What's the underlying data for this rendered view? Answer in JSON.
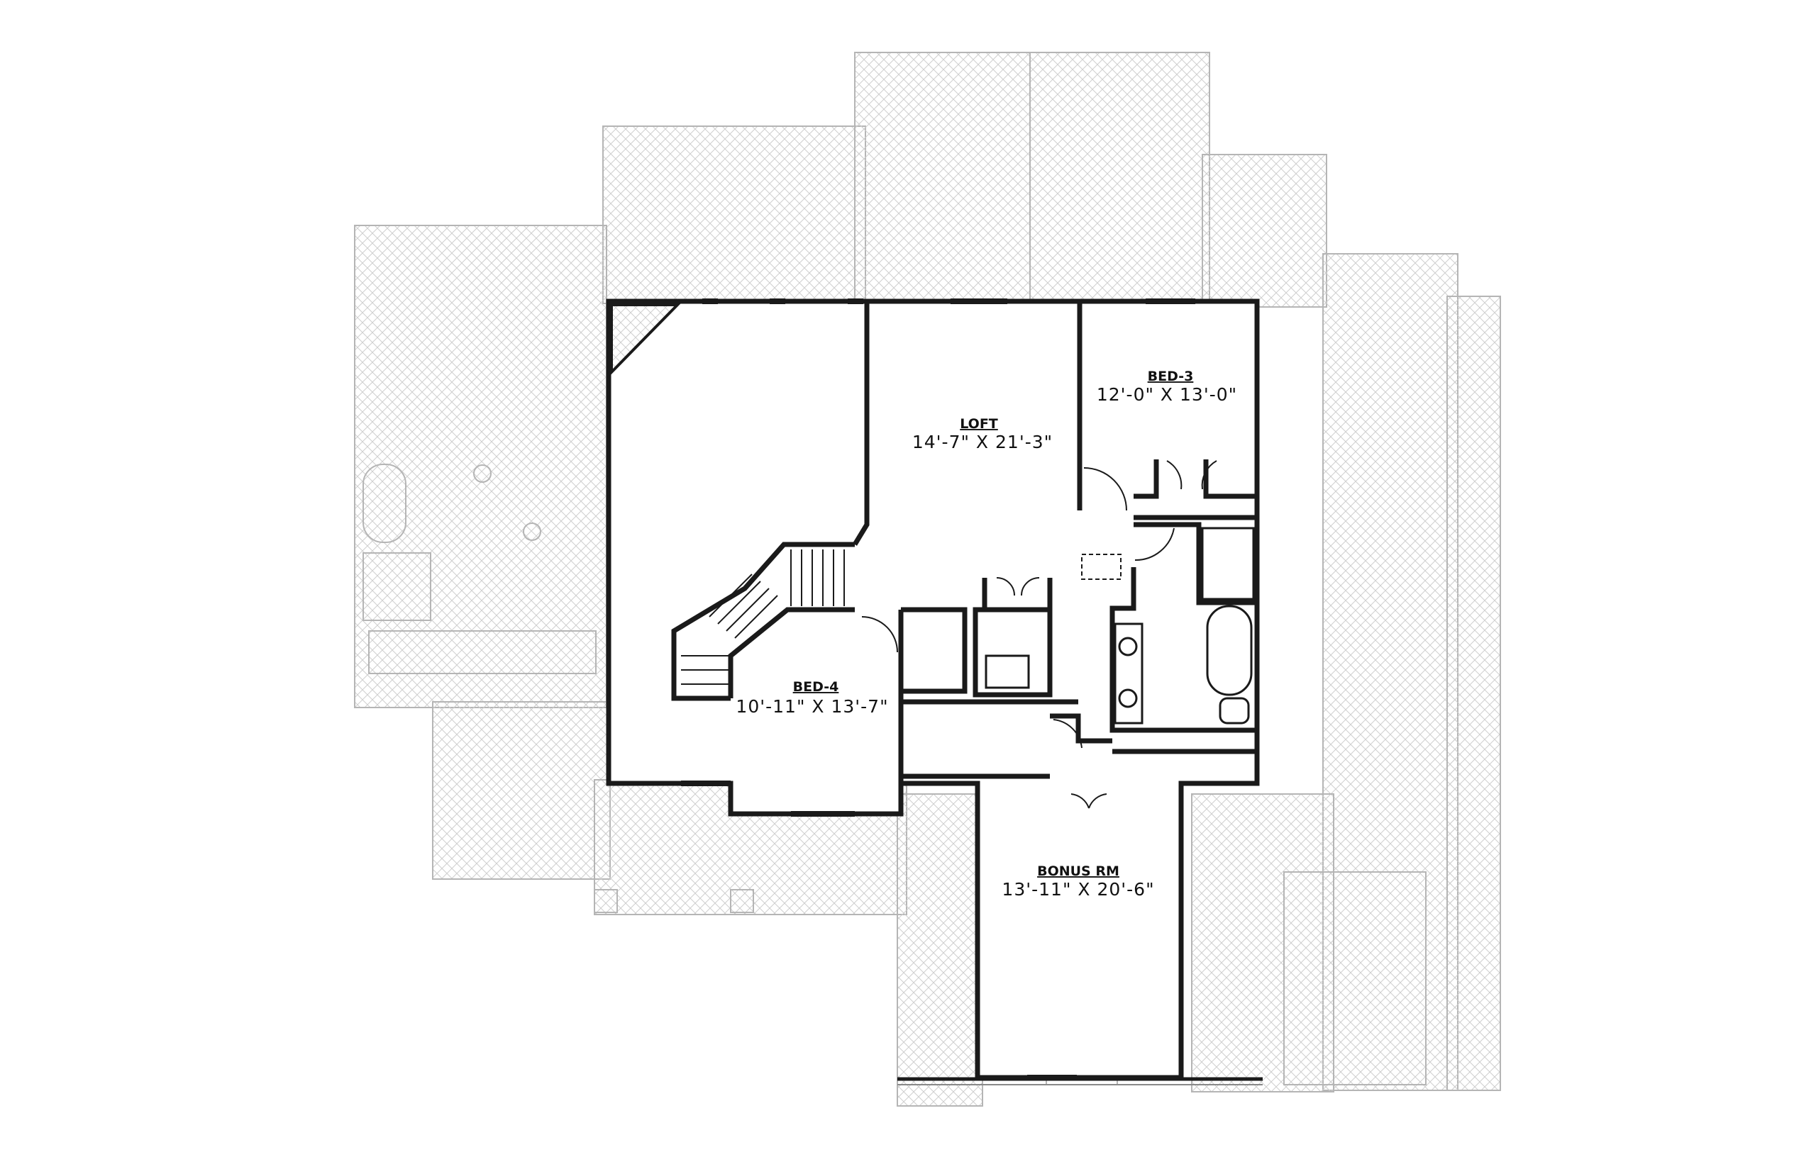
{
  "rooms": {
    "loft": {
      "name": "LOFT",
      "dims": "14'-7\" X 21'-3\""
    },
    "bed3": {
      "name": "BED-3",
      "dims": "12'-0\" X 13'-0\""
    },
    "bed4": {
      "name": "BED-4",
      "dims": "10'-11\" X 13'-7\""
    },
    "bonus": {
      "name": "BONUS RM",
      "dims": "13'-11\" X 20'-6\""
    }
  },
  "colors": {
    "wall": "#1a1a1a",
    "hatch": "#c8c8c8",
    "roof_outline": "#b0b0b0",
    "background": "#ffffff"
  }
}
